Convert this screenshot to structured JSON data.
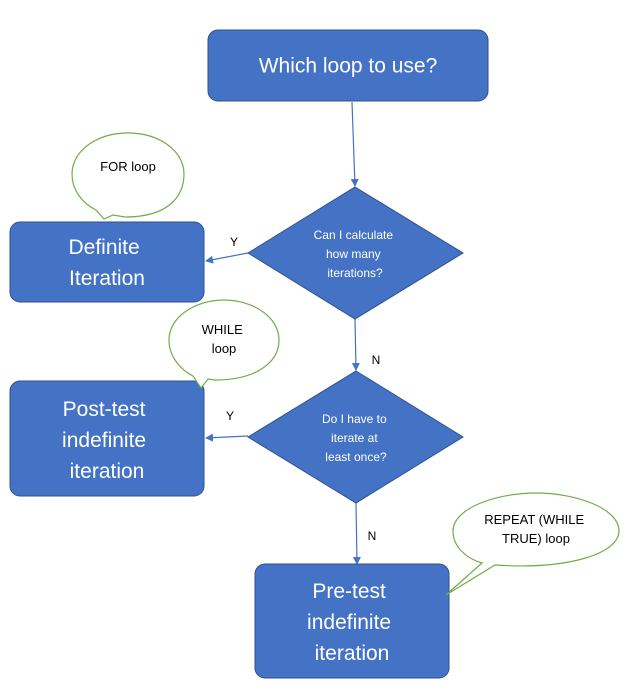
{
  "title_box": {
    "label": "Which loop to use?"
  },
  "decision_1": {
    "lines": [
      "Can I calculate",
      "how many",
      "iterations?"
    ]
  },
  "decision_2": {
    "lines": [
      "Do I have to",
      "iterate at",
      "least once?"
    ]
  },
  "box_definite": {
    "lines": [
      "Definite",
      "Iteration"
    ]
  },
  "box_post_test": {
    "lines": [
      "Post-test",
      "indefinite",
      "iteration"
    ]
  },
  "box_pre_test": {
    "lines": [
      "Pre-test",
      "indefinite",
      "iteration"
    ]
  },
  "bubble_for": {
    "lines": [
      "FOR loop"
    ]
  },
  "bubble_while": {
    "lines": [
      "WHILE",
      "loop"
    ]
  },
  "bubble_repeat": {
    "lines": [
      "REPEAT (WHILE",
      "TRUE) loop"
    ]
  },
  "edge_labels": {
    "yes_1": "Y",
    "no_1": "N",
    "yes_2": "Y",
    "no_2": "N"
  },
  "colors": {
    "node_fill": "#4472C4",
    "node_stroke": "#2F528F",
    "bubble_stroke": "#70AD47",
    "arrow": "#4472C4"
  }
}
